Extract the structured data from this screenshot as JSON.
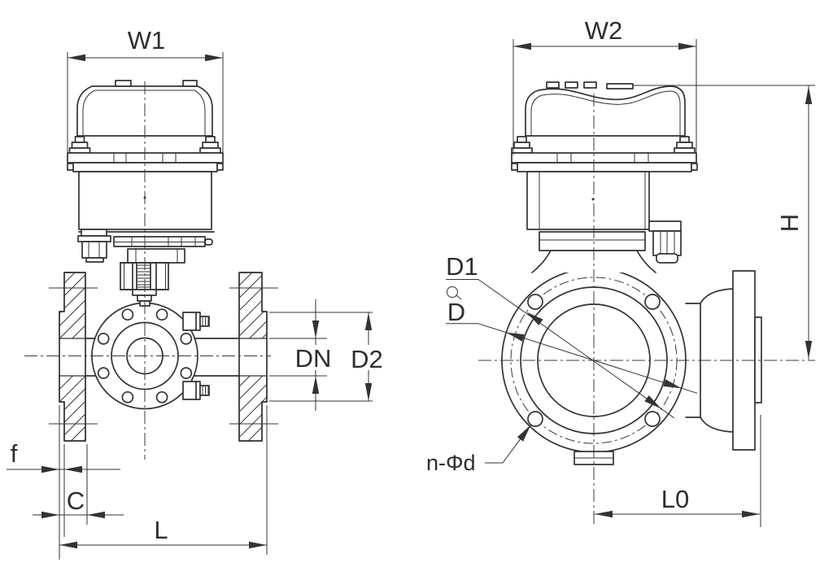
{
  "drawing": {
    "colors": {
      "line": "#333333",
      "background": "#ffffff"
    },
    "front_view": {
      "dimension_labels": {
        "w1": "W1",
        "dn": "DN",
        "d2": "D2",
        "f": "f",
        "c": "C",
        "l": "L"
      }
    },
    "side_view": {
      "dimension_labels": {
        "w2": "W2",
        "h": "H",
        "d1": "D1",
        "d": "D",
        "n_phi_d": "n-Φd",
        "l0": "L0"
      }
    }
  }
}
